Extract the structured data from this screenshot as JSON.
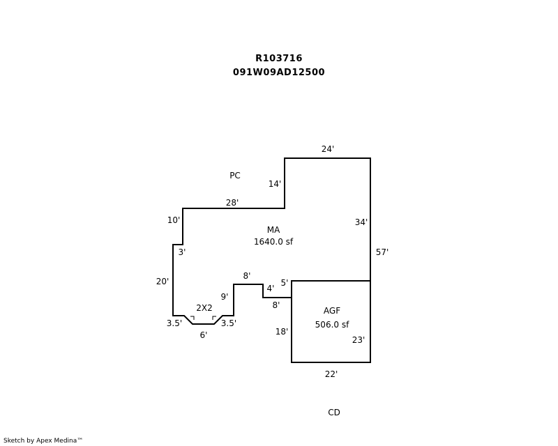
{
  "header": {
    "parcel_id": "R103716",
    "map_number": "091W09AD12500"
  },
  "areas": {
    "pc": "PC",
    "ma_name": "MA",
    "ma_area": "1640.0 sf",
    "agf_name": "AGF",
    "agf_area": "506.0 sf",
    "cd": "CD",
    "bay": "2X2"
  },
  "dimensions": {
    "top_24": "24'",
    "right_34": "34'",
    "right_57": "57'",
    "left_14": "14'",
    "top_28": "28'",
    "left_10": "10'",
    "jog_3": "3'",
    "left_20": "20'",
    "bay_left": "3.5'",
    "bay_bottom": "6'",
    "bay_right": "3.5'",
    "notch_9": "9'",
    "notch_8_top": "8'",
    "notch_4": "4'",
    "agf_5": "5'",
    "notch_8_bottom": "8'",
    "agf_18": "18'",
    "agf_23": "23'",
    "agf_22": "22'"
  },
  "footer": {
    "credit": "Sketch by Apex Medina™"
  }
}
